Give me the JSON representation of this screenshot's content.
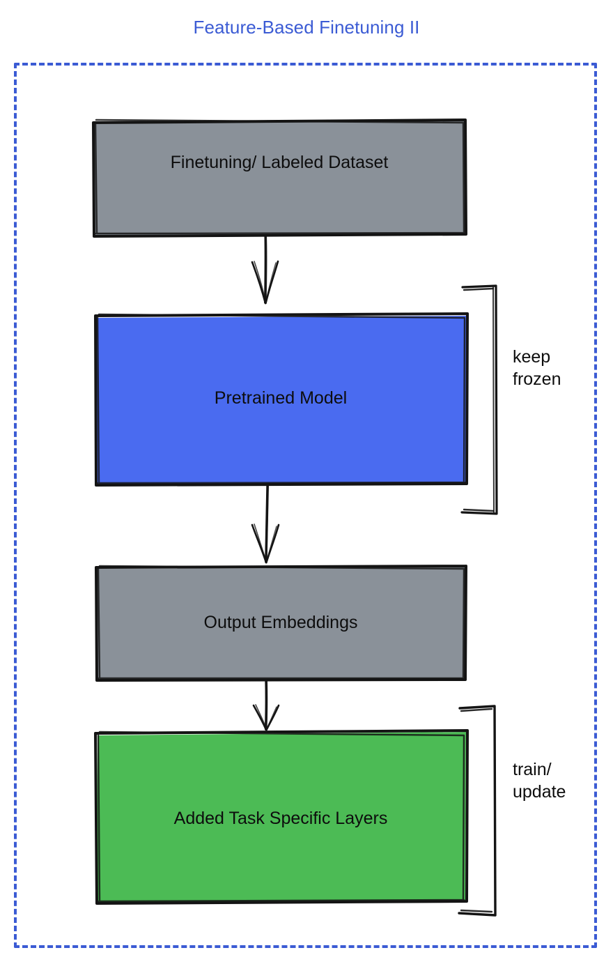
{
  "title": "Feature-Based Finetuning II",
  "colors": {
    "title_text": "#3b5bd4",
    "frame_border": "#3b5bd4",
    "gray_fill": "#8a9199",
    "blue_fill": "#4a6bf0",
    "green_fill": "#4cbb55",
    "stroke": "#141414",
    "label_text": "#0d0d0d",
    "background": "#ffffff"
  },
  "diagram": {
    "type": "flowchart",
    "direction": "top-to-bottom",
    "nodes": [
      {
        "id": "dataset",
        "label": "Finetuning/ Labeled Dataset",
        "fill": "gray"
      },
      {
        "id": "pretrained",
        "label": "Pretrained Model",
        "fill": "blue"
      },
      {
        "id": "embeddings",
        "label": "Output Embeddings",
        "fill": "gray"
      },
      {
        "id": "tasklayers",
        "label": "Added Task Specific Layers",
        "fill": "green"
      }
    ],
    "edges": [
      {
        "from": "dataset",
        "to": "pretrained",
        "style": "arrow"
      },
      {
        "from": "pretrained",
        "to": "embeddings",
        "style": "arrow"
      },
      {
        "from": "embeddings",
        "to": "tasklayers",
        "style": "arrow"
      }
    ],
    "annotations": [
      {
        "id": "keep-frozen",
        "label": "keep\nfrozen",
        "targets": [
          "pretrained"
        ],
        "marker": "bracket"
      },
      {
        "id": "train-update",
        "label": "train/\nupdate",
        "targets": [
          "tasklayers"
        ],
        "marker": "bracket"
      }
    ]
  }
}
